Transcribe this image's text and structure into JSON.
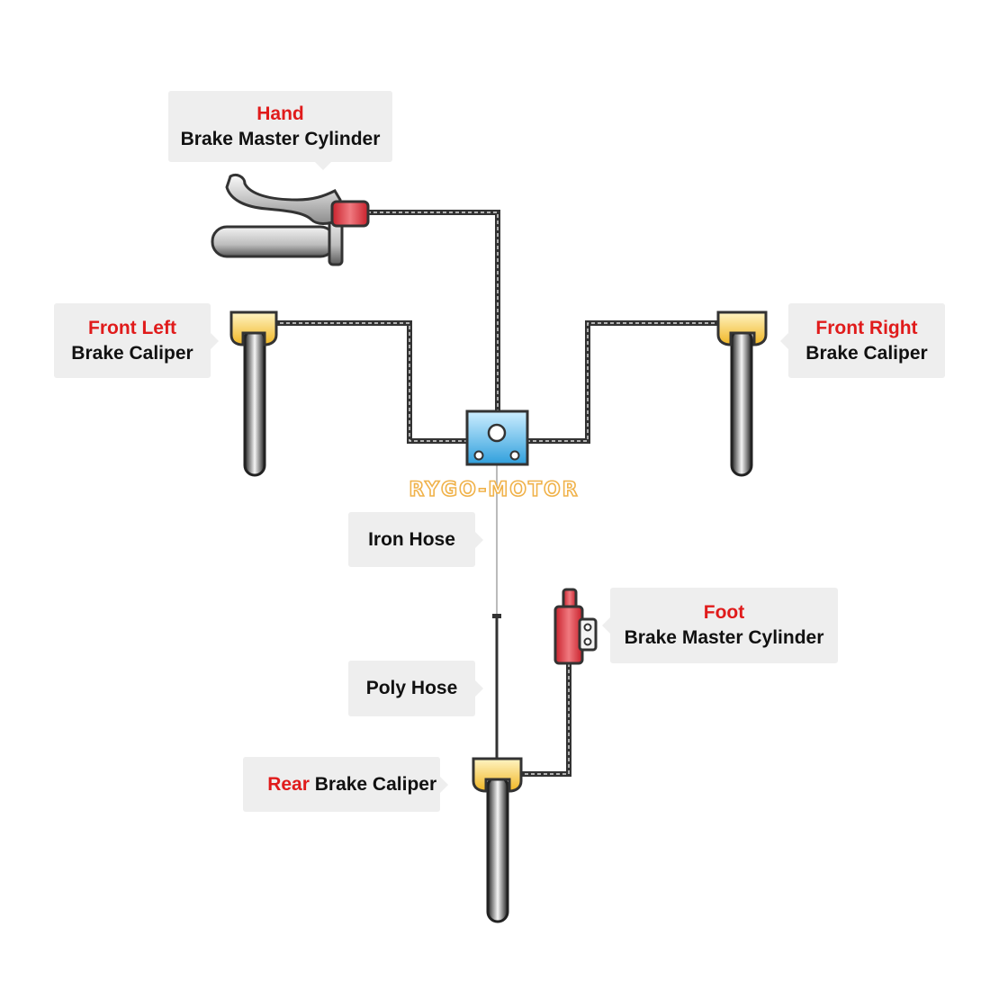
{
  "callouts": {
    "hand": {
      "highlight": "Hand",
      "text": "Brake Master Cylinder"
    },
    "front_left": {
      "highlight": "Front Left",
      "text": "Brake Caliper"
    },
    "front_right": {
      "highlight": "Front Right",
      "text": "Brake Caliper"
    },
    "iron_hose": {
      "text": "Iron Hose"
    },
    "foot": {
      "highlight": "Foot",
      "text": "Brake Master Cylinder"
    },
    "poly_hose": {
      "text": "Poly Hose"
    },
    "rear": {
      "highlight": "Rear",
      "text": " Brake Caliper"
    }
  },
  "watermark": "RYGO-MOTOR",
  "colors": {
    "highlight_text": "#e01b1b",
    "caliper": "#f5c33b",
    "master_cylinder": "#d93a42",
    "distributor": "#3aa8e0",
    "hose": "#333333",
    "callout_bg": "#eeeeee"
  }
}
